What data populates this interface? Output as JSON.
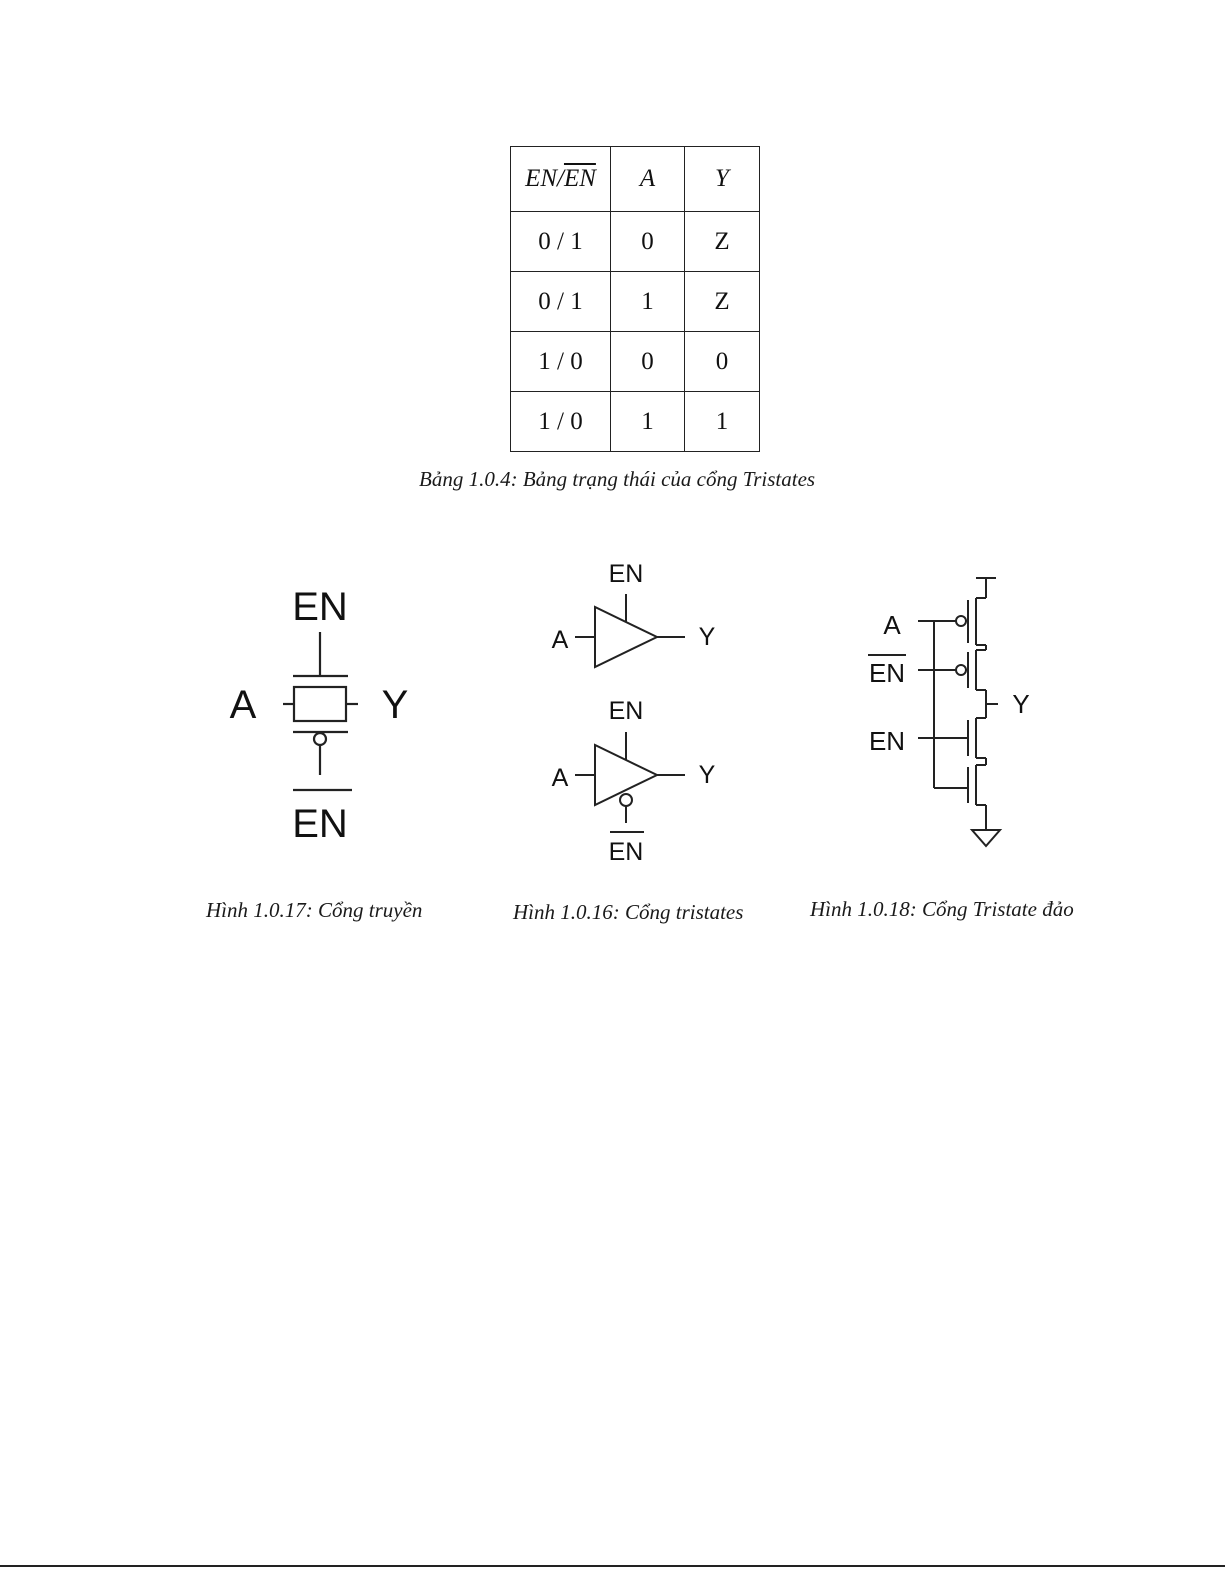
{
  "truth_table": {
    "header": {
      "en_prefix": "EN/",
      "en_bar": "EN",
      "a": "A",
      "y": "Y"
    },
    "rows": [
      {
        "en": "0 / 1",
        "a": "0",
        "y": "Z"
      },
      {
        "en": "0 / 1",
        "a": "1",
        "y": "Z"
      },
      {
        "en": "1 / 0",
        "a": "0",
        "y": "0"
      },
      {
        "en": "1 / 0",
        "a": "1",
        "y": "1"
      }
    ],
    "caption": "Bảng 1.0.4: Bảng trạng thái của cổng Tristates"
  },
  "figures": {
    "transmission_gate": {
      "label_en": "EN",
      "label_a": "A",
      "label_y": "Y",
      "label_en_bar": "EN",
      "caption": "Hình 1.0.17: Cổng truyền"
    },
    "tristate_buffers": {
      "top_en": "EN",
      "top_a": "A",
      "top_y": "Y",
      "bottom_en": "EN",
      "bottom_a": "A",
      "bottom_y": "Y",
      "bottom_en_bar": "EN",
      "caption": "Hình 1.0.16: Cổng tristates"
    },
    "tristate_inverter": {
      "label_a": "A",
      "label_en_bar": "EN",
      "label_y": "Y",
      "label_en": "EN",
      "caption": "Hình 1.0.18: Cổng Tristate đảo"
    }
  }
}
